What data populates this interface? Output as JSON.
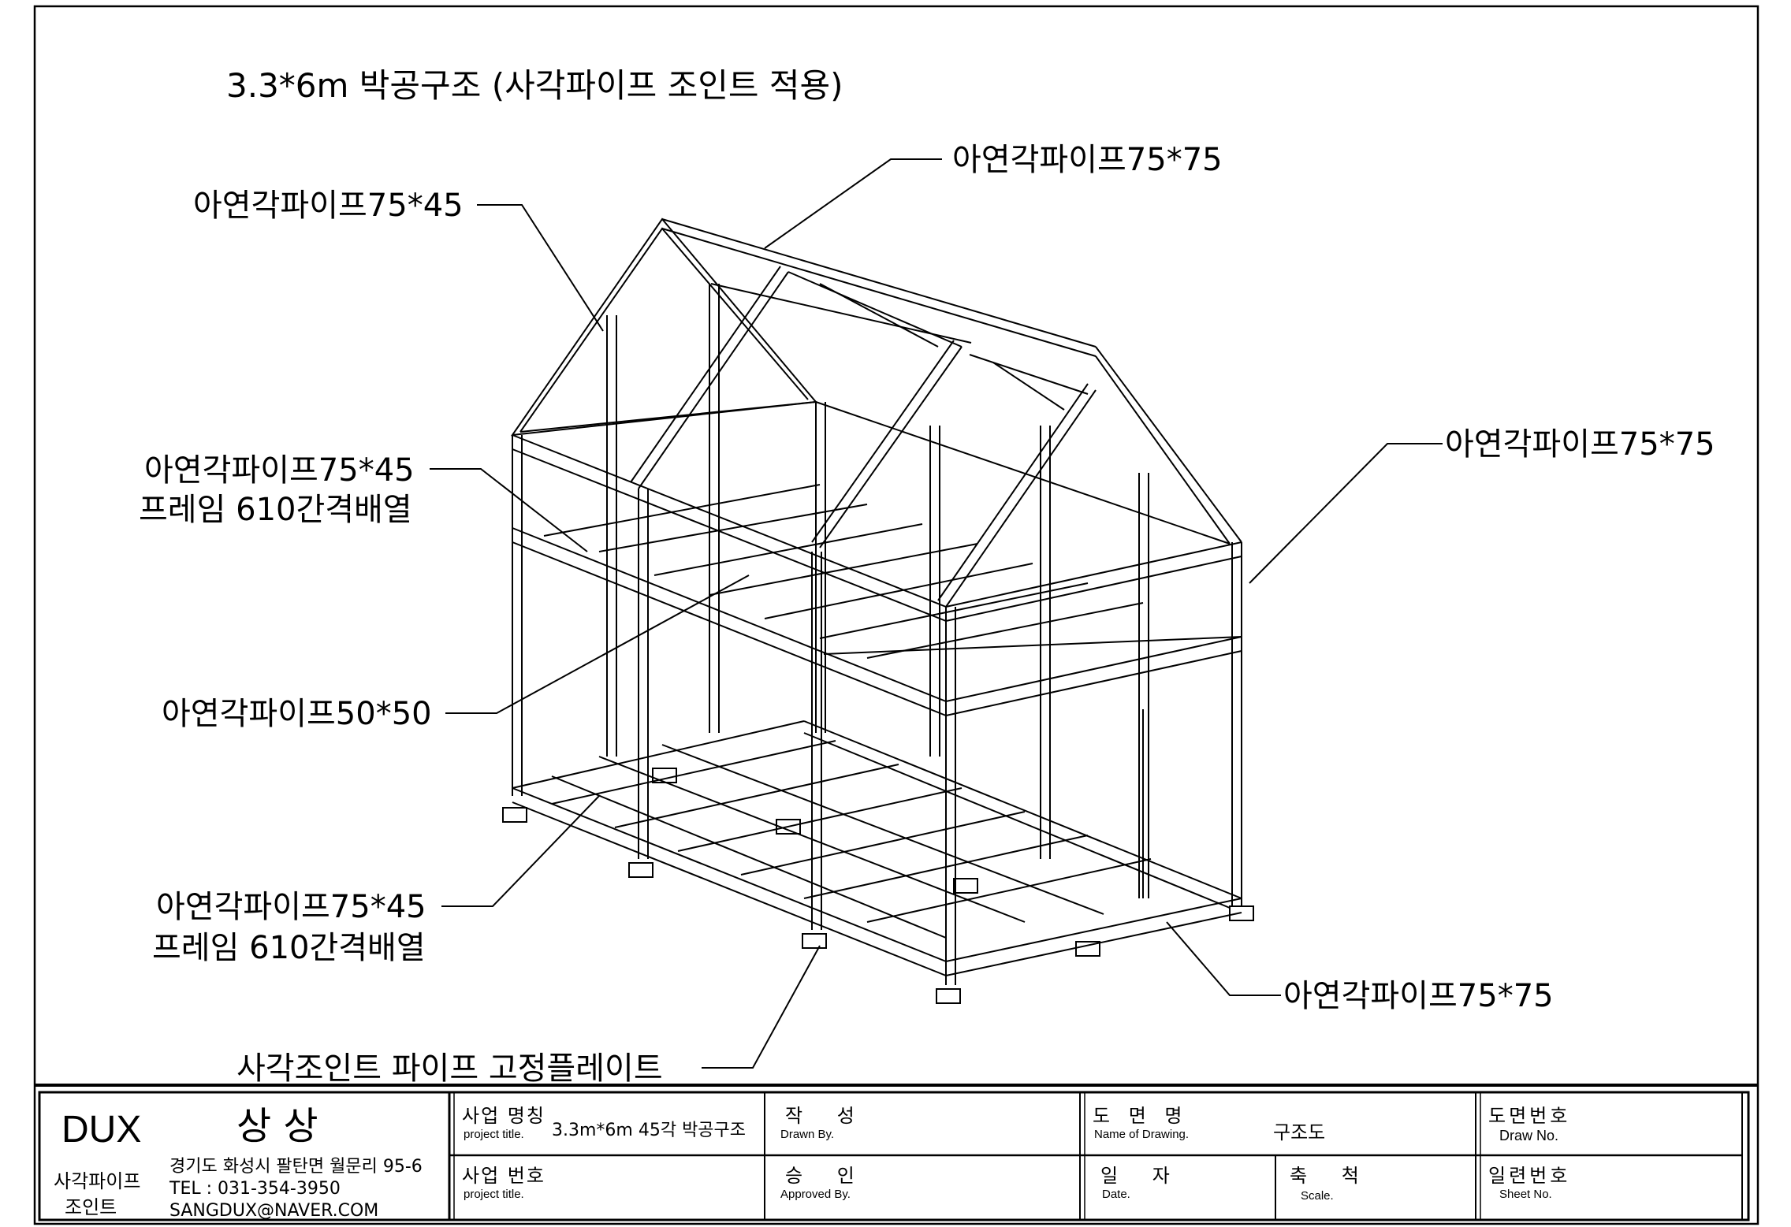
{
  "drawing": {
    "title": "3.3*6m 박공구조 (사각파이프 조인트 적용)"
  },
  "callouts": {
    "ridge": "아연각파이프75*75",
    "rafter": "아연각파이프75*45",
    "top_frame_line1": "아연각파이프75*45",
    "top_frame_line2": "프레임 610간격배열",
    "right_post": "아연각파이프75*75",
    "middle_pipe": "아연각파이프50*50",
    "floor_frame_line1": "아연각파이프75*45",
    "floor_frame_line2": "프레임 610간격배열",
    "base_beam": "아연각파이프75*75",
    "plate": "사각조인트 파이프 고정플레이트"
  },
  "title_block": {
    "company_logo": "DUX",
    "company_name": "상 상",
    "company_sub1": "사각파이프",
    "company_sub2": "조인트",
    "address": "경기도 화성시 팔탄면 월문리 95-6",
    "tel": "TEL : 031-354-3950",
    "email": "SANGDUX@NAVER.COM",
    "project_name_label": "사업 명칭",
    "project_name_sub": "project title.",
    "project_name_value": "3.3m*6m 45각 박공구조",
    "project_no_label": "사업 번호",
    "project_no_sub": "project title.",
    "drawn_label": "작 성",
    "drawn_sub": "Drawn By.",
    "approved_label": "승 인",
    "approved_sub": "Approved By.",
    "drawing_name_label": "도 면 명",
    "drawing_name_sub": "Name of Drawing.",
    "drawing_name_value": "구조도",
    "date_label": "일 자",
    "date_sub": "Date.",
    "scale_label": "축 척",
    "scale_sub": "Scale.",
    "draw_no_label": "도면번호",
    "draw_no_sub": "Draw No.",
    "sheet_no_label": "일련번호",
    "sheet_no_sub": "Sheet No."
  }
}
